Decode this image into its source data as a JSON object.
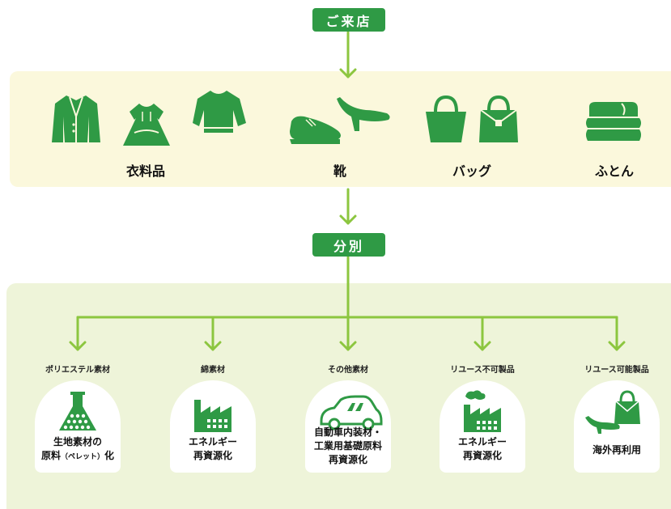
{
  "flow": {
    "start_label": "ご来店",
    "sort_label": "分別"
  },
  "categories": [
    {
      "label": "衣料品",
      "icons": [
        "jacket-icon",
        "dress-icon",
        "sweater-icon"
      ]
    },
    {
      "label": "靴",
      "icons": [
        "mens-shoe-icon",
        "heel-shoe-icon"
      ]
    },
    {
      "label": "バッグ",
      "icons": [
        "tote-bag-icon",
        "handbag-icon"
      ]
    },
    {
      "label": "ふとん",
      "icons": [
        "futon-icon"
      ]
    }
  ],
  "branches": [
    {
      "label": "ポリエステル素材",
      "icon": "flask-icon",
      "result_line1": "生地素材の",
      "result_line2a": "原料",
      "result_paren": "（ペレット）",
      "result_line2b": "化"
    },
    {
      "label": "綿素材",
      "icon": "factory-icon",
      "result_line1": "エネルギー",
      "result_line2": "再資源化"
    },
    {
      "label": "その他素材",
      "icon": "car-icon",
      "result_line1": "自動車内装材・",
      "result_line2": "工業用基礎原料",
      "result_line3": "再資源化"
    },
    {
      "label": "リユース不可製品",
      "icon": "factory-smoke-icon",
      "result_line1": "エネルギー",
      "result_line2": "再資源化"
    },
    {
      "label": "リユース可能製品",
      "icon": "bag-and-shoe-icon",
      "result_line1": "海外再利用"
    }
  ],
  "colors": {
    "accent": "#2f9a45",
    "arrow": "#8cc63f",
    "band_top": "#fbf8dc",
    "band_bottom": "#eef4d9"
  }
}
